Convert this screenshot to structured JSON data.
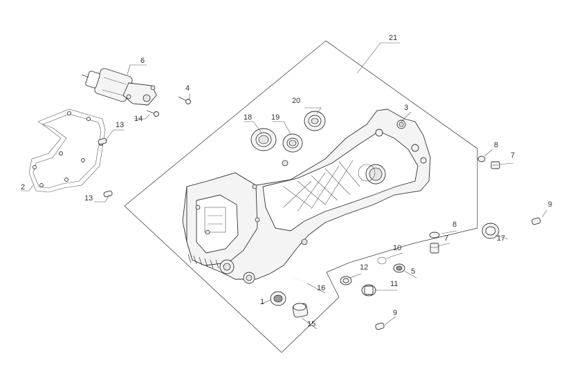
{
  "diagram": {
    "callouts": [
      {
        "id": "c21",
        "label": "21"
      },
      {
        "id": "c6",
        "label": "6"
      },
      {
        "id": "c4",
        "label": "4"
      },
      {
        "id": "c14",
        "label": "14"
      },
      {
        "id": "c13a",
        "label": "13"
      },
      {
        "id": "c13b",
        "label": "13"
      },
      {
        "id": "c2",
        "label": "2"
      },
      {
        "id": "c3",
        "label": "3"
      },
      {
        "id": "c20",
        "label": "20"
      },
      {
        "id": "c18",
        "label": "18"
      },
      {
        "id": "c19",
        "label": "19"
      },
      {
        "id": "c8a",
        "label": "8"
      },
      {
        "id": "c7a",
        "label": "7"
      },
      {
        "id": "c9a",
        "label": "9"
      },
      {
        "id": "c8b",
        "label": "8"
      },
      {
        "id": "c7b",
        "label": "7"
      },
      {
        "id": "c17",
        "label": "17"
      },
      {
        "id": "c10",
        "label": "10"
      },
      {
        "id": "c5",
        "label": "5"
      },
      {
        "id": "c12",
        "label": "12"
      },
      {
        "id": "c11",
        "label": "11"
      },
      {
        "id": "c16",
        "label": "16"
      },
      {
        "id": "c1",
        "label": "1"
      },
      {
        "id": "c15",
        "label": "15"
      },
      {
        "id": "c9b",
        "label": "9"
      }
    ]
  }
}
